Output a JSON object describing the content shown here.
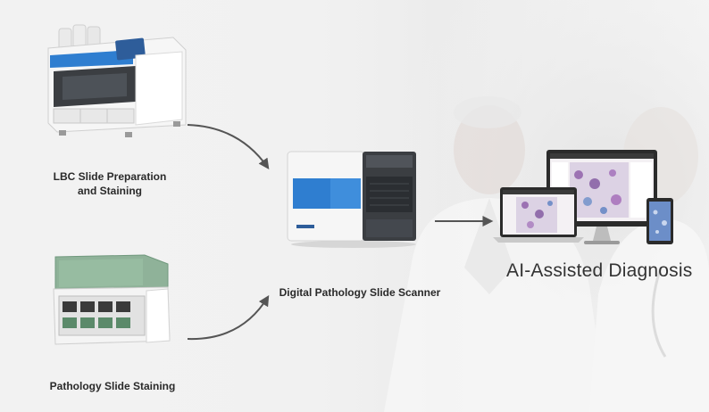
{
  "nodes": {
    "lbc": {
      "label_line1": "LBC Slide Preparation",
      "label_line2": "and Staining"
    },
    "staining": {
      "label": "Pathology Slide Staining"
    },
    "scanner": {
      "label": "Digital Pathology Slide Scanner"
    },
    "ai": {
      "label": "AI-Assisted Diagnosis"
    }
  },
  "colors": {
    "accent_blue": "#2f7ed0",
    "arrow": "#555555",
    "device_white": "#f6f6f6",
    "device_dark": "#3b3e42",
    "staining_green": "#5b8a6a"
  }
}
